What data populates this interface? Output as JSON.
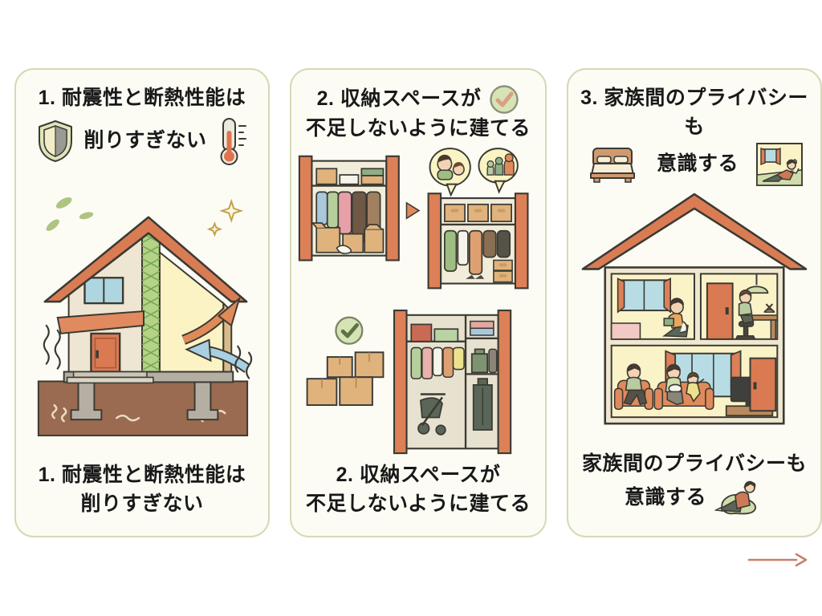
{
  "cards": [
    {
      "title_line1": "1. 耐震性と断熱性能は",
      "title_line2": "削りすぎない",
      "bottom_line1": "1. 耐震性と断熱性能は",
      "bottom_line2": "削りすぎない",
      "icons": [
        "shield-icon",
        "thermometer-icon"
      ],
      "illustration": "earthquake-insulated-house"
    },
    {
      "title_line1": "2. 収納スペースが",
      "title_line2": "不足しないように建てる",
      "bottom_line1": "2. 収納スペースが",
      "bottom_line2": "不足しないように建てる",
      "icons": [
        "check-circle-icon"
      ],
      "illustration": "closets-before-after-and-storage"
    },
    {
      "title_line1": "3. 家族間のプライバシーも",
      "title_line2": "意識する",
      "bottom_line1": "家族間のプライバシーも",
      "bottom_line2": "意識する",
      "icons": [
        "bed-icon",
        "relax-room-icon",
        "beanbag-person-icon"
      ],
      "illustration": "two-story-house-family-rooms"
    }
  ],
  "colors": {
    "card_border": "#d6d9b4",
    "card_bg": "#fcfcf5",
    "terracotta": "#d97c54",
    "awning_orange": "#e18a60",
    "cream_wall": "#eee6d2",
    "pale_yellow": "#fbf3c4",
    "insulation_green": "#b3d486",
    "window_blue": "#aed6e0",
    "ground_brown": "#9a6b50",
    "foundation_gray": "#b5afa3",
    "cardboard": "#e0b37d",
    "check_green": "#d6e4b5",
    "arrow_salmon": "#c9806a",
    "text": "#191919"
  },
  "nav": {
    "next_arrow": "→"
  }
}
